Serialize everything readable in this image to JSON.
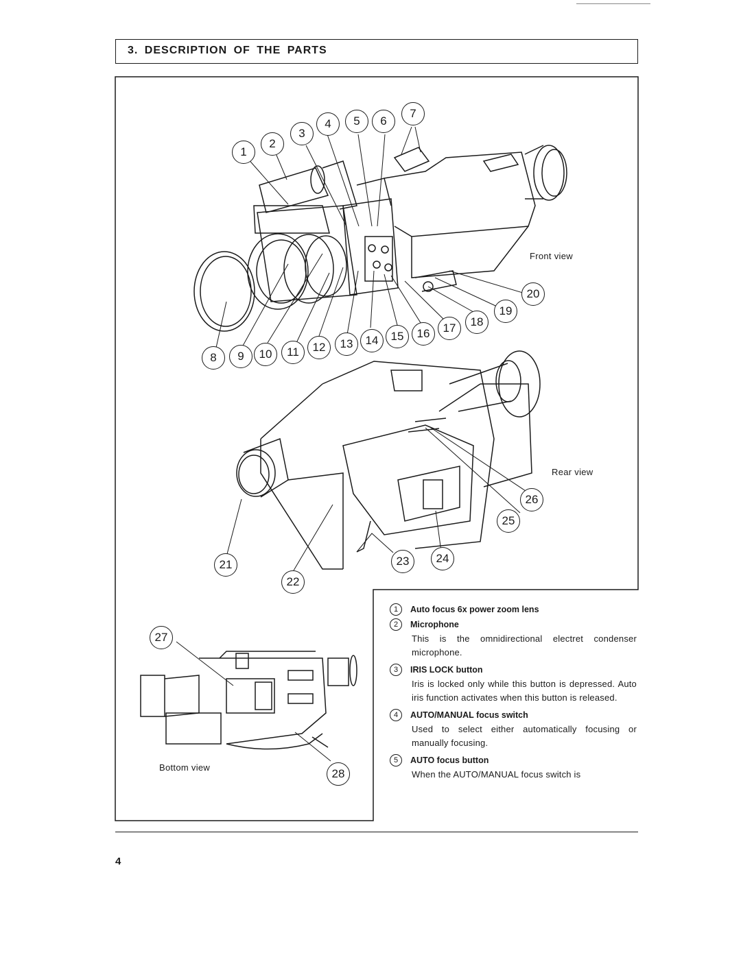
{
  "heading": "3.  DESCRIPTION  OF  THE  PARTS",
  "callouts": {
    "front": [
      "1",
      "2",
      "3",
      "4",
      "5",
      "6",
      "7",
      "8",
      "9",
      "10",
      "11",
      "12",
      "13",
      "14",
      "15",
      "16",
      "17",
      "18",
      "19",
      "20"
    ],
    "rear": [
      "21",
      "22",
      "23",
      "24",
      "25",
      "26"
    ],
    "bottom": [
      "27",
      "28"
    ]
  },
  "labels": {
    "front_view": "Front view",
    "rear_view": "Rear view",
    "bottom_view": "Bottom view"
  },
  "descriptions": [
    {
      "num": "1",
      "title": "Auto focus 6x power zoom lens",
      "body": ""
    },
    {
      "num": "2",
      "title": "Microphone",
      "body": "This is the omnidirectional electret condenser microphone."
    },
    {
      "num": "3",
      "title": "IRIS LOCK button",
      "body": "Iris is locked only while this button is depressed. Auto iris function activates when this button is released."
    },
    {
      "num": "4",
      "title": "AUTO/MANUAL focus switch",
      "body": "Used to select either automatically focusing or manually focusing."
    },
    {
      "num": "5",
      "title": "AUTO focus button",
      "body": "When the AUTO/MANUAL focus switch is"
    }
  ],
  "page_number": "4"
}
